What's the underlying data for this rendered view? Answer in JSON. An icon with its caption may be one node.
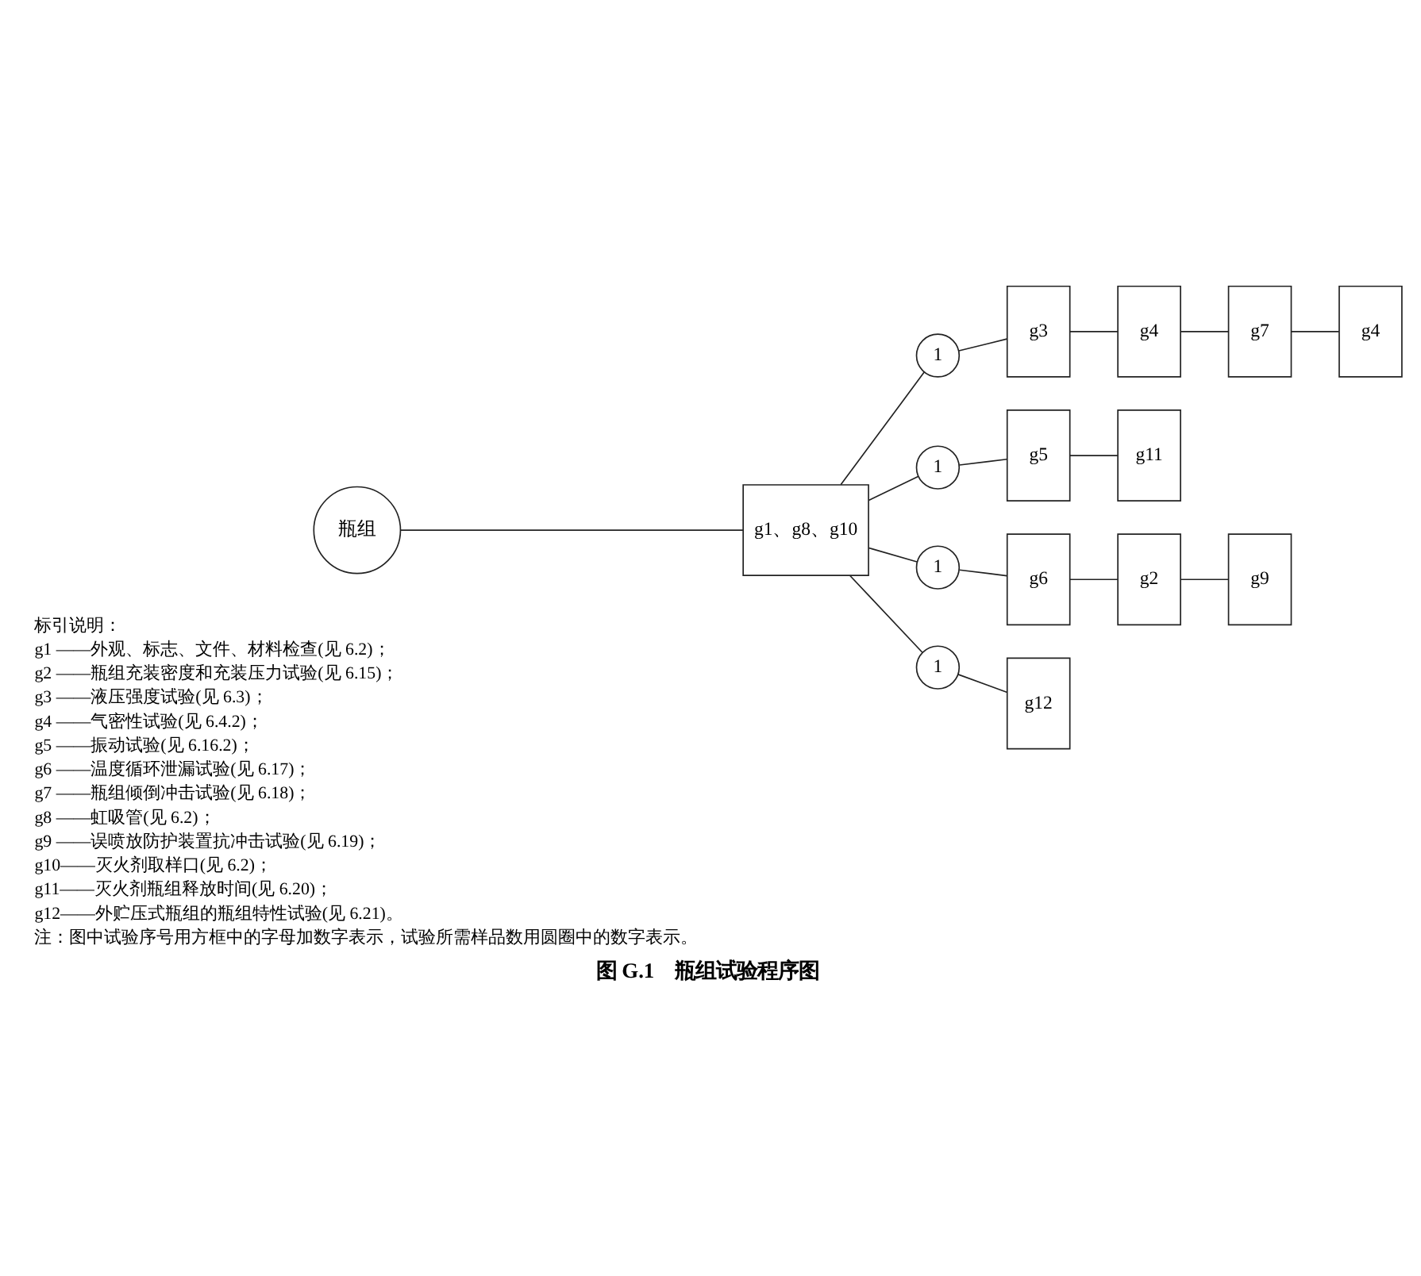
{
  "diagram": {
    "caption": "图 G.1　瓶组试验程序图",
    "nodes": [
      {
        "text": [
          "瓶组"
        ]
      },
      {
        "text": [
          "g1、g8、g10"
        ]
      },
      {
        "text": [
          "1"
        ]
      },
      {
        "text": [
          "g3"
        ]
      },
      {
        "text": [
          "g4"
        ]
      },
      {
        "text": [
          "g7"
        ]
      },
      {
        "text": [
          "g4"
        ]
      },
      {
        "text": [
          "1"
        ]
      },
      {
        "text": [
          "g5"
        ]
      },
      {
        "text": [
          "g11"
        ]
      },
      {
        "text": [
          "1"
        ]
      },
      {
        "text": [
          "g6"
        ]
      },
      {
        "text": [
          "g2"
        ]
      },
      {
        "text": [
          "g9"
        ]
      },
      {
        "text": [
          "1"
        ]
      },
      {
        "text": [
          "g12"
        ]
      }
    ],
    "edges": [
      {
        "from": 0,
        "to": 1,
        "arrow": "none"
      },
      {
        "from": 1,
        "to": 2,
        "arrow": "none"
      },
      {
        "from": 2,
        "to": 3,
        "arrow": "none"
      },
      {
        "from": 3,
        "to": 4,
        "arrow": "none"
      },
      {
        "from": 4,
        "to": 5,
        "arrow": "none"
      },
      {
        "from": 5,
        "to": 6,
        "arrow": "none"
      },
      {
        "from": 1,
        "to": 7,
        "arrow": "none"
      },
      {
        "from": 7,
        "to": 8,
        "arrow": "none"
      },
      {
        "from": 8,
        "to": 9,
        "arrow": "none"
      },
      {
        "from": 1,
        "to": 10,
        "arrow": "none"
      },
      {
        "from": 10,
        "to": 11,
        "arrow": "none"
      },
      {
        "from": 11,
        "to": 12,
        "arrow": "none"
      },
      {
        "from": 12,
        "to": 13,
        "arrow": "none"
      },
      {
        "from": 1,
        "to": 14,
        "arrow": "none"
      },
      {
        "from": 14,
        "to": 15,
        "arrow": "none"
      }
    ],
    "labels": [
      "标引说明：",
      "g1 ——外观、标志、文件、材料检查(见 6.2)；",
      "g2 ——瓶组充装密度和充装压力试验(见 6.15)；",
      "g3 ——液压强度试验(见 6.3)；",
      "g4 ——气密性试验(见 6.4.2)；",
      "g5 ——振动试验(见 6.16.2)；",
      "g6 ——温度循环泄漏试验(见 6.17)；",
      "g7 ——瓶组倾倒冲击试验(见 6.18)；",
      "g8 ——虹吸管(见 6.2)；",
      "g9 ——误喷放防护装置抗冲击试验(见 6.19)；",
      "g10——灭火剂取样口(见 6.2)；",
      "g11——灭火剂瓶组释放时间(见 6.20)；",
      "g12——外贮压式瓶组的瓶组特性试验(见 6.21)。",
      "注：图中试验序号用方框中的字母加数字表示，试验所需样品数用圆圈中的数字表示。"
    ]
  }
}
